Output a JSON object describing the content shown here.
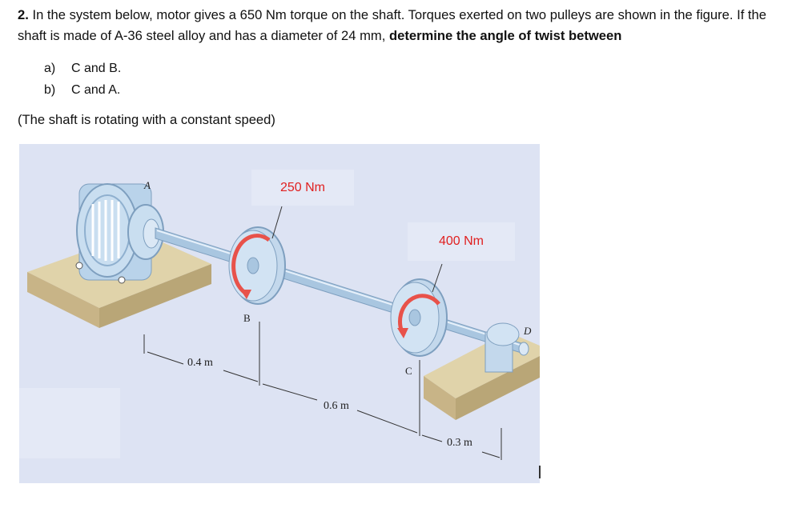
{
  "problem": {
    "number": "2.",
    "statement_normal": " In the system below, motor gives a 650 Nm torque on the shaft. Torques exerted on two pulleys are shown in the figure. If the shaft is made of A-36 steel alloy and has a diameter of 24 mm, ",
    "statement_bold": "determine the angle of twist between",
    "parts": [
      {
        "label": "a)",
        "text": "C and B."
      },
      {
        "label": "b)",
        "text": "C and A."
      }
    ],
    "note": "(The shaft is rotating with a constant speed)"
  },
  "figure": {
    "torque_b": "250 Nm",
    "torque_c": "400 Nm",
    "points": {
      "a": "A",
      "b": "B",
      "c": "C",
      "d": "D"
    },
    "dimensions": {
      "ab": "0.4 m",
      "bc": "0.6 m",
      "cd": "0.3 m"
    },
    "colors": {
      "background": "#dde3f3",
      "torque_text": "#e02020",
      "arrow": "#e8524a",
      "shaft": "#a9c6e0",
      "base": "#d9c9a0"
    }
  }
}
